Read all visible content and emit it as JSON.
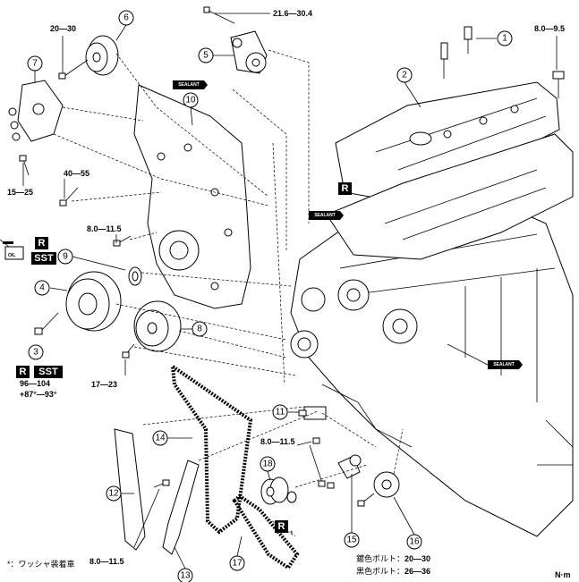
{
  "torque": {
    "t1": "21.6—30.4",
    "t2": "20—30",
    "t3": "8.0—9.5",
    "t4": "40—55",
    "t5": "15—25",
    "t6": "8.0—11.5",
    "t7": "96—104",
    "t8": "+87°—93°",
    "t9": "17—23",
    "t10": "8.0—11.5",
    "t11": "8.0—11.5"
  },
  "badges": {
    "r": "R",
    "sst": "SST",
    "sealant": "SEALANT",
    "oil": "OIL"
  },
  "callouts": [
    "1",
    "2",
    "3",
    "4",
    "5",
    "6",
    "7",
    "8",
    "9",
    "10",
    "11",
    "12",
    "13",
    "14",
    "15",
    "16",
    "17",
    "18"
  ],
  "notes": {
    "washer": "*：ワッシャ装着車",
    "bolt_silver_label": "鍍色ボルト：",
    "bolt_silver_value": "20—30",
    "bolt_black_label": "黒色ボルト：",
    "bolt_black_value": "26—36",
    "unit": "N·m",
    "asterisk": "*"
  }
}
